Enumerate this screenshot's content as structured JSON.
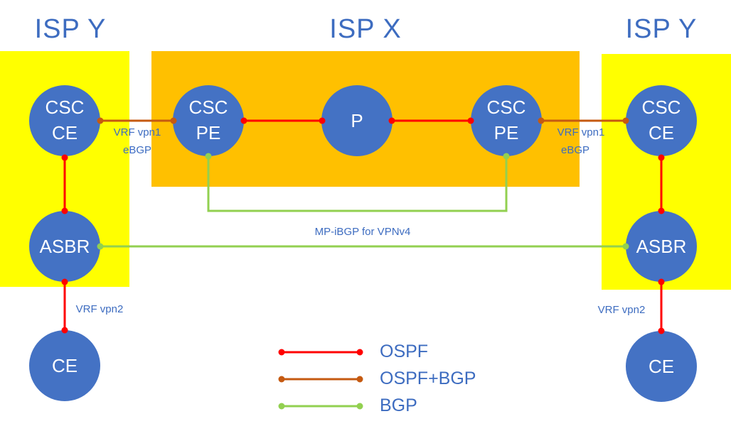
{
  "regions": {
    "left": {
      "title": "ISP Y",
      "color": "#ffff00"
    },
    "center": {
      "title": "ISP X",
      "color": "#ffc000"
    },
    "right": {
      "title": "ISP Y",
      "color": "#ffff00"
    }
  },
  "nodes": {
    "left_csc_ce": {
      "line1": "CSC",
      "line2": "CE"
    },
    "left_asbr": {
      "line1": "ASBR"
    },
    "left_ce": {
      "line1": "CE"
    },
    "csc_pe_left": {
      "line1": "CSC",
      "line2": "PE"
    },
    "p": {
      "line1": "P"
    },
    "csc_pe_right": {
      "line1": "CSC",
      "line2": "PE"
    },
    "right_csc_ce": {
      "line1": "CSC",
      "line2": "CE"
    },
    "right_asbr": {
      "line1": "ASBR"
    },
    "right_ce": {
      "line1": "CE"
    }
  },
  "link_labels": {
    "left_vrf_vpn1": "VRF vpn1",
    "left_ebgp": "eBGP",
    "right_vrf_vpn1": "VRF vpn1",
    "right_ebgp": "eBGP",
    "mp_ibgp": "MP-iBGP for VPNv4",
    "left_vrf_vpn2": "VRF vpn2",
    "right_vrf_vpn2": "VRF vpn2"
  },
  "legend": [
    {
      "label": "OSPF",
      "color": "#ff0000"
    },
    {
      "label": "OSPF+BGP",
      "color": "#c55a11"
    },
    {
      "label": "BGP",
      "color": "#92d050"
    }
  ],
  "colors": {
    "node_fill": "#4472c4",
    "ospf": "#ff0000",
    "ospf_bgp": "#c55a11",
    "bgp": "#92d050",
    "text": "#3d6cc0"
  }
}
